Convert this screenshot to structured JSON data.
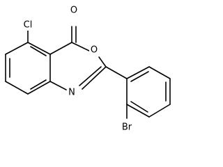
{
  "molecule": {
    "atoms": {
      "cl_label": "Cl",
      "o_carbonyl_label": "O",
      "o_ring_label": "O",
      "n_label": "N",
      "br_label": "Br"
    }
  }
}
